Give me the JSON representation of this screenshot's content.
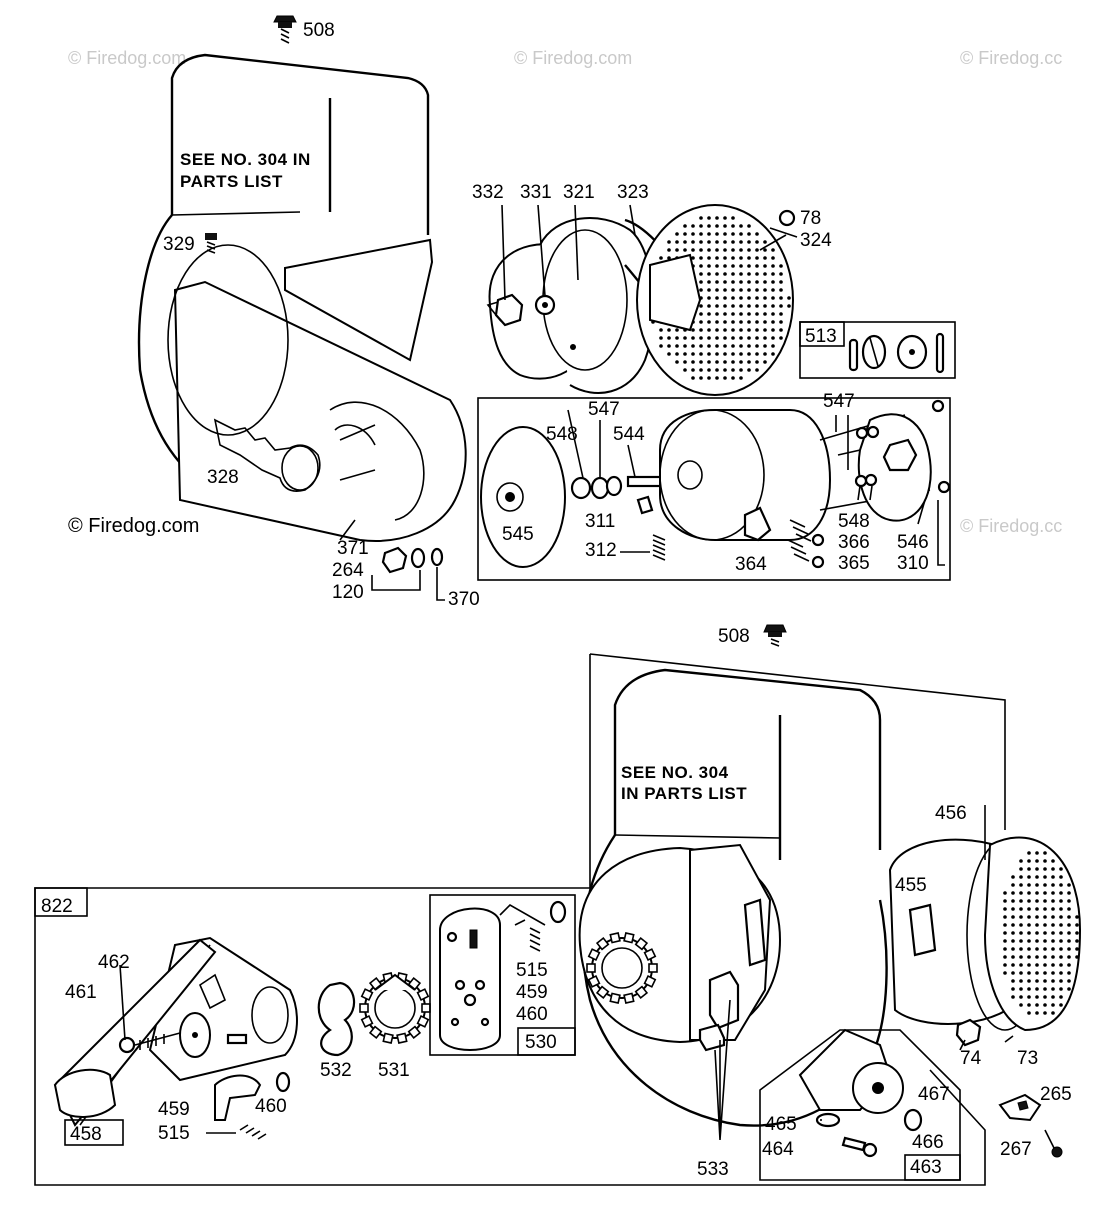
{
  "watermarks": {
    "faint": [
      "© Firedog.com",
      "© Firedog.com",
      "© Firedog.cc",
      "© Firedog.cc"
    ],
    "dark": "© Firedog.com"
  },
  "notes": {
    "top": [
      "SEE NO. 304 IN",
      "PARTS LIST"
    ],
    "bottom": [
      "SEE NO. 304",
      "IN PARTS LIST"
    ]
  },
  "labels": {
    "p508a": "508",
    "p329": "329",
    "p328": "328",
    "p371": "371",
    "p264": "264",
    "p120": "120",
    "p370": "370",
    "p332": "332",
    "p331": "331",
    "p321": "321",
    "p323": "323",
    "p78": "78",
    "p324": "324",
    "p513": "513",
    "p547a": "547",
    "p548a": "548",
    "p544": "544",
    "p545": "545",
    "p311": "311",
    "p312": "312",
    "p364": "364",
    "p547b": "547",
    "p548b": "548",
    "p366": "366",
    "p365": "365",
    "p546": "546",
    "p310": "310",
    "p508b": "508",
    "p456": "456",
    "p455": "455",
    "p74": "74",
    "p73": "73",
    "p265": "265",
    "p267": "267",
    "p822": "822",
    "p462": "462",
    "p461": "461",
    "p458": "458",
    "p459a": "459",
    "p515a": "515",
    "p460a": "460",
    "p532": "532",
    "p531": "531",
    "p515b": "515",
    "p459b": "459",
    "p460b": "460",
    "p530": "530",
    "p533": "533",
    "p467": "467",
    "p465": "465",
    "p466": "466",
    "p464": "464",
    "p463": "463"
  }
}
